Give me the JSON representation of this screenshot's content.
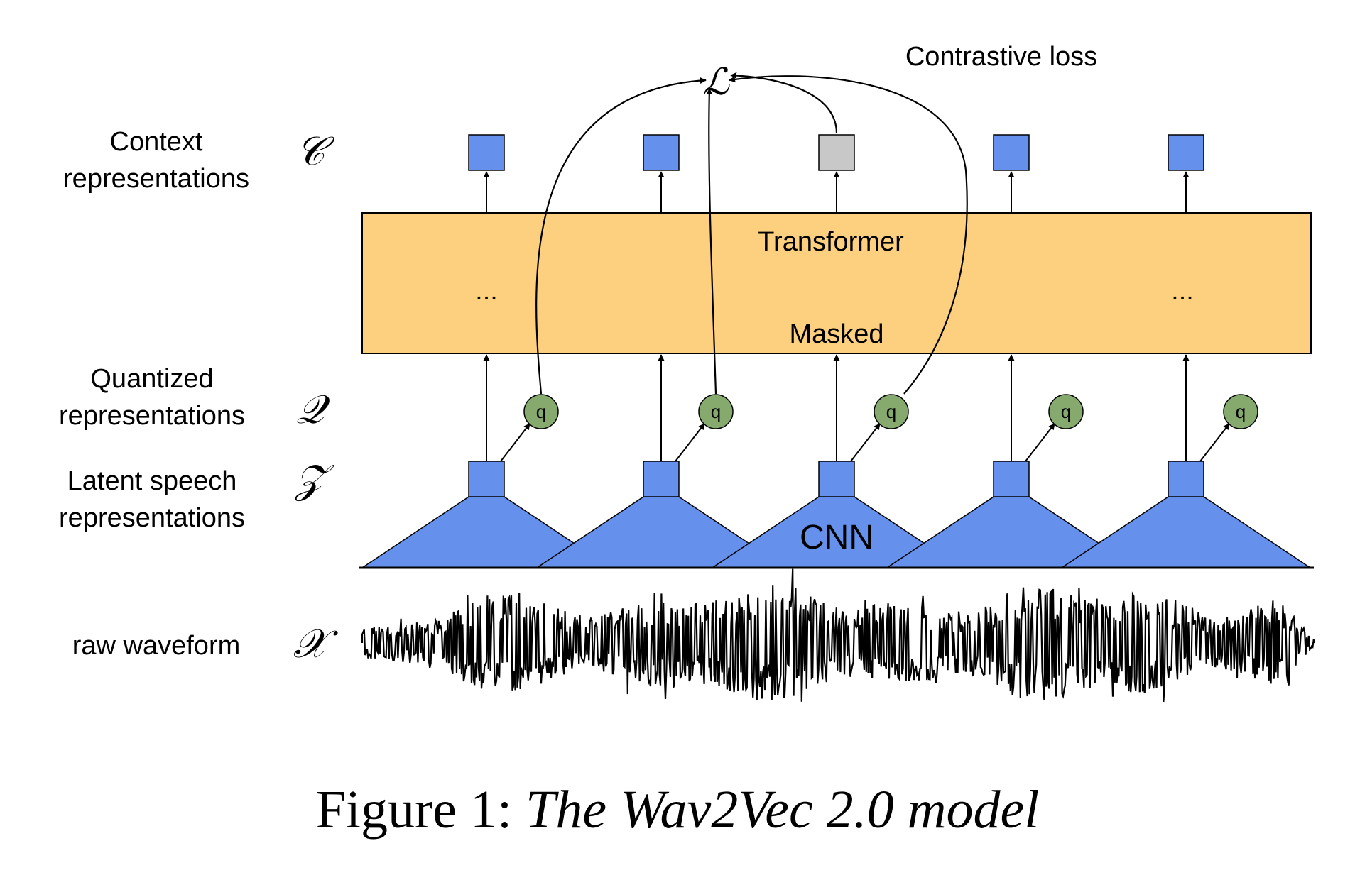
{
  "diagram": {
    "row_labels": {
      "context": [
        "Context",
        "representations"
      ],
      "quantized": [
        "Quantized",
        "representations"
      ],
      "latent": [
        "Latent speech",
        "representations"
      ],
      "raw": [
        "raw waveform"
      ]
    },
    "symbols": {
      "context": "𝒞",
      "quantized": "𝒬",
      "latent": "𝒵",
      "raw": "𝒳",
      "loss": "ℒ"
    },
    "loss_label": "Contrastive loss",
    "transformer_label": "Transformer",
    "masked_label": "Masked",
    "ellipsis": "...",
    "cnn_label": "CNN",
    "q_label": "q",
    "context_units": [
      {
        "masked": false
      },
      {
        "masked": false
      },
      {
        "masked": true
      },
      {
        "masked": false
      },
      {
        "masked": false
      }
    ],
    "colors": {
      "blue": "#6591ec",
      "gray": "#c8c8c8",
      "transformer": "#fcd07e",
      "q_green": "#86a96e",
      "wave": "#000000"
    }
  },
  "caption": {
    "prefix": "Figure 1: ",
    "title": "The Wav2Vec 2.0 model"
  }
}
